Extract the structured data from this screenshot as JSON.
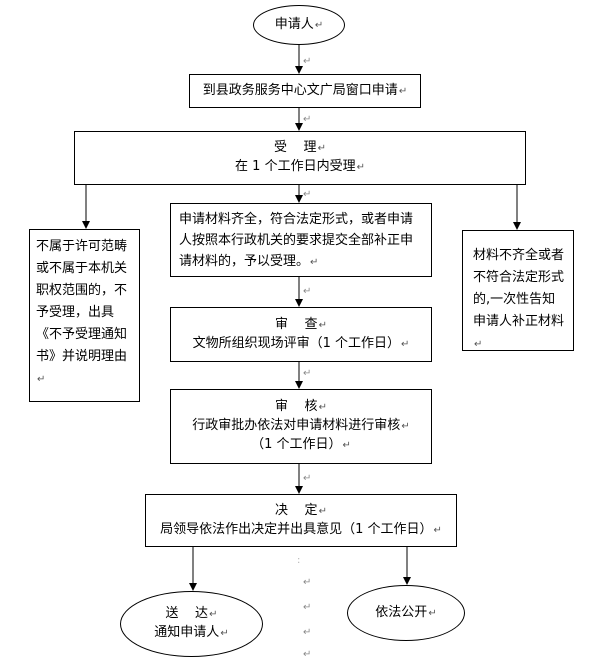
{
  "nodes": {
    "applicant": "申请人",
    "window": "到县政务服务中心文广局窗口申请",
    "accept_title": "受    理",
    "accept_sub": "在 1 个工作日内受理",
    "complete": "申请材料齐全，符合法定形式，或者申请人按照本行政机关的要求提交全部补正申请材料的，予以受理。",
    "reject": "不属于许可范畴或不属于本机关职权范围的，不予受理，出具《不予受理通知书》并说明理由",
    "incomplete": "材料不齐全或者不符合法定形式的,一次性告知申请人补正材料",
    "review_title": "审    查",
    "review_sub": "文物所组织现场评审（1 个工作日）",
    "audit_title": "审    核",
    "audit_sub": "行政审批办依法对申请材料进行审核",
    "audit_sub2": "（1 个工作日）",
    "decide_title": "决    定",
    "decide_sub": "局领导依法作出决定并出具意见（1 个工作日）",
    "deliver_title": "送    达",
    "deliver_sub": "通知申请人",
    "publish": "依法公开"
  },
  "format_mark": "↵"
}
